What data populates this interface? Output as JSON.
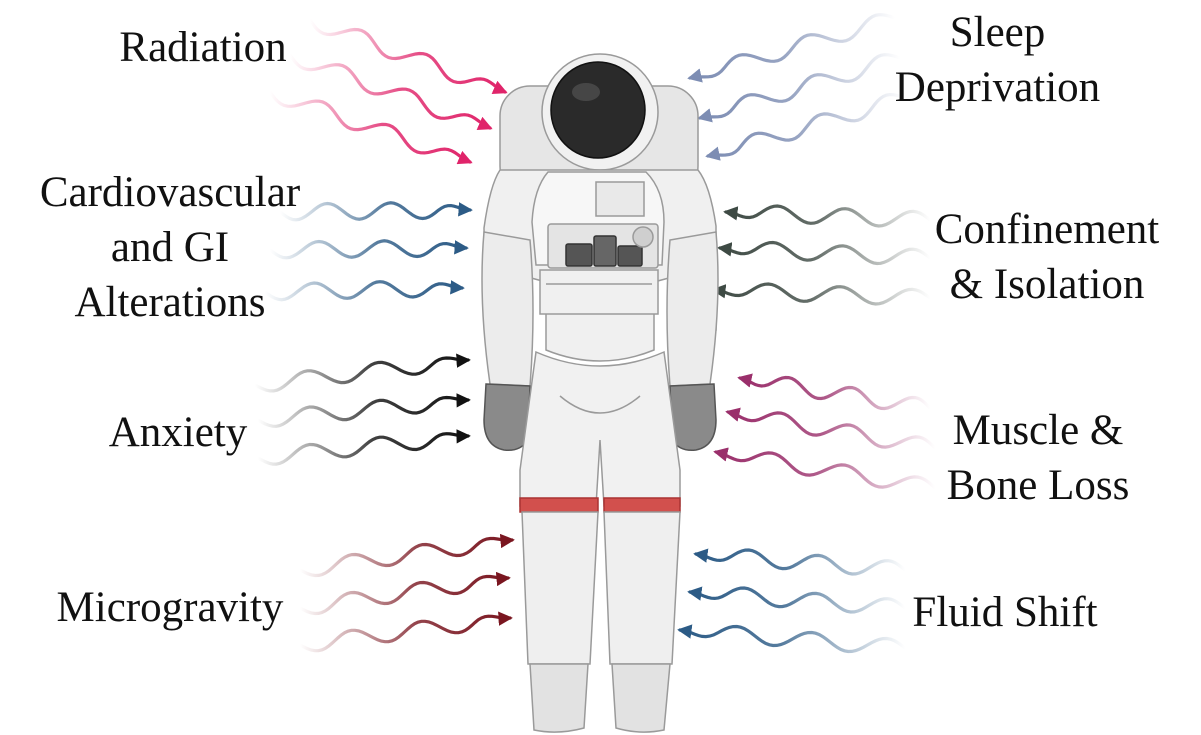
{
  "stressors_left": [
    {
      "lines": [
        "Radiation"
      ],
      "color": "#e0246a"
    },
    {
      "lines": [
        "Cardiovascular",
        "and GI",
        "Alterations"
      ],
      "color": "#2c5b86"
    },
    {
      "lines": [
        "Anxiety"
      ],
      "color": "#111111"
    },
    {
      "lines": [
        "Microgravity"
      ],
      "color": "#7a1620"
    }
  ],
  "stressors_right": [
    {
      "lines": [
        "Sleep",
        "Deprivation"
      ],
      "color": "#7d8db3"
    },
    {
      "lines": [
        "Confinement",
        "& Isolation"
      ],
      "color": "#3e4a44"
    },
    {
      "lines": [
        "Muscle &",
        "Bone Loss"
      ],
      "color": "#9a2f6b"
    },
    {
      "lines": [
        "Fluid Shift"
      ],
      "color": "#2c5b86"
    }
  ],
  "center_figure": {
    "icon": "astronaut-spacesuit-icon"
  }
}
